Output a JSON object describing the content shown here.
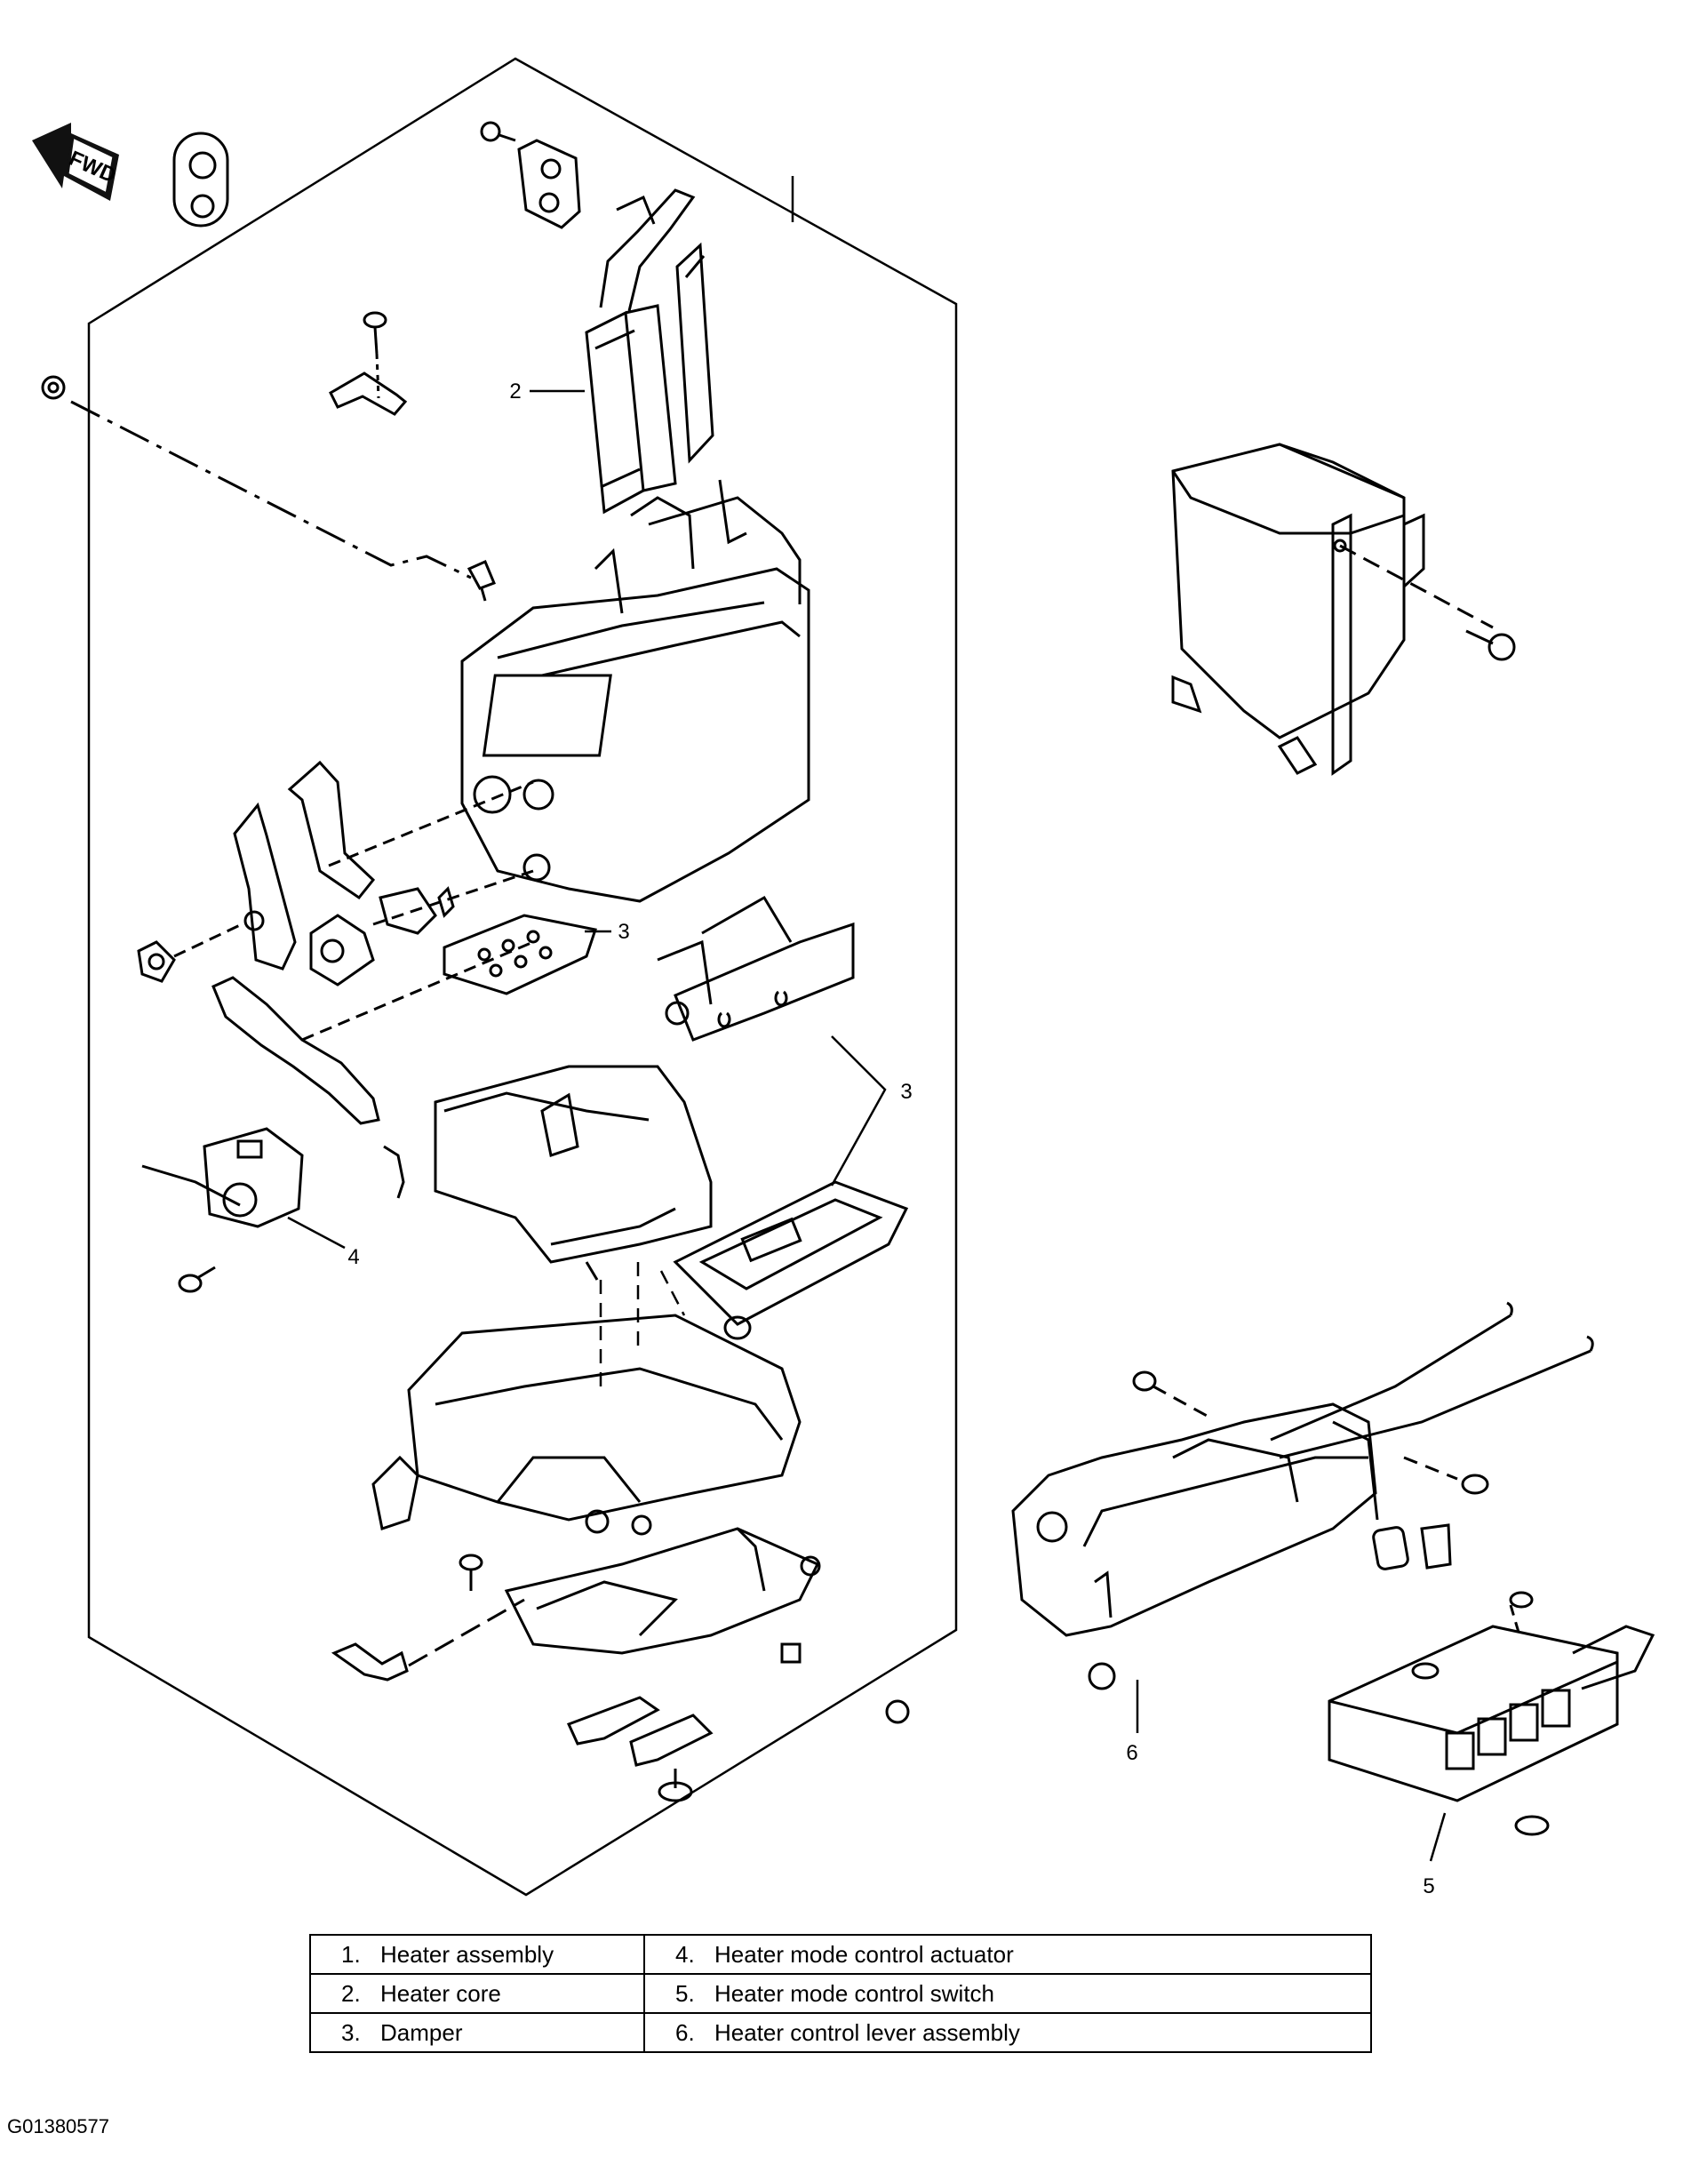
{
  "direction_marker": "FWD",
  "callouts": {
    "heater_core": "2",
    "damper_top": "3",
    "damper_right": "3",
    "mode_actuator": "4",
    "mode_switch": "5",
    "control_lever": "6"
  },
  "legend": [
    [
      {
        "num": "1.",
        "text": "Heater assembly"
      },
      {
        "num": "4.",
        "text": "Heater mode control actuator"
      }
    ],
    [
      {
        "num": "2.",
        "text": "Heater core"
      },
      {
        "num": "5.",
        "text": "Heater mode control switch"
      }
    ],
    [
      {
        "num": "3.",
        "text": "Damper"
      },
      {
        "num": "6.",
        "text": "Heater control lever assembly"
      }
    ]
  ],
  "figure_id": "G01380577"
}
